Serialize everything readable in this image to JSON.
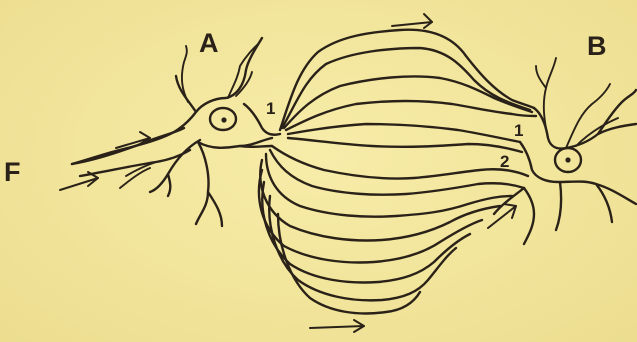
{
  "labels": {
    "neuron_a": "A",
    "neuron_b": "B",
    "input": "F",
    "a_path_1": "1",
    "b_path_1": "1",
    "b_path_2": "2"
  }
}
